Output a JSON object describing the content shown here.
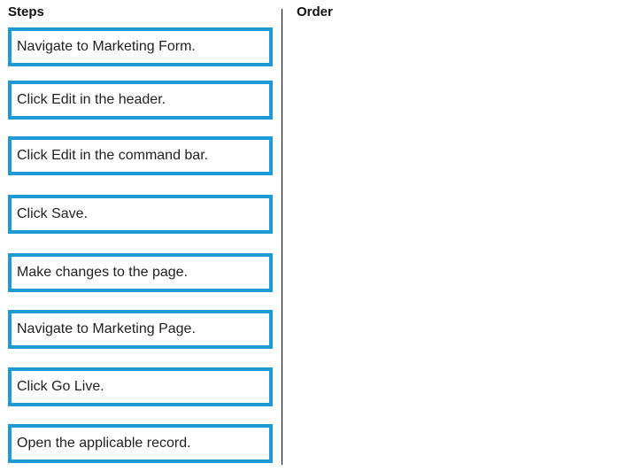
{
  "headers": {
    "steps": "Steps",
    "order": "Order"
  },
  "steps": [
    {
      "label": "Navigate to Marketing Form."
    },
    {
      "label": "Click Edit in the header."
    },
    {
      "label": "Click Edit in the command bar."
    },
    {
      "label": "Click Save."
    },
    {
      "label": "Make changes to the page."
    },
    {
      "label": "Navigate to Marketing Page."
    },
    {
      "label": "Click Go Live."
    },
    {
      "label": "Open the applicable record."
    }
  ],
  "colors": {
    "box_border": "#1e9bd7",
    "divider": "#000000"
  }
}
